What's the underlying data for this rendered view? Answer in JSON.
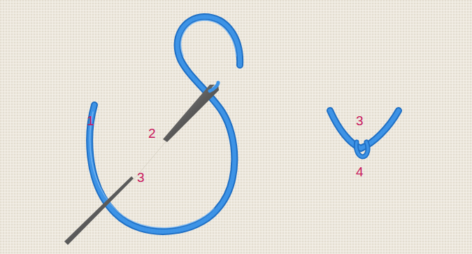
{
  "diagram": {
    "labels": [
      "1",
      "2",
      "3",
      "3",
      "4"
    ]
  }
}
